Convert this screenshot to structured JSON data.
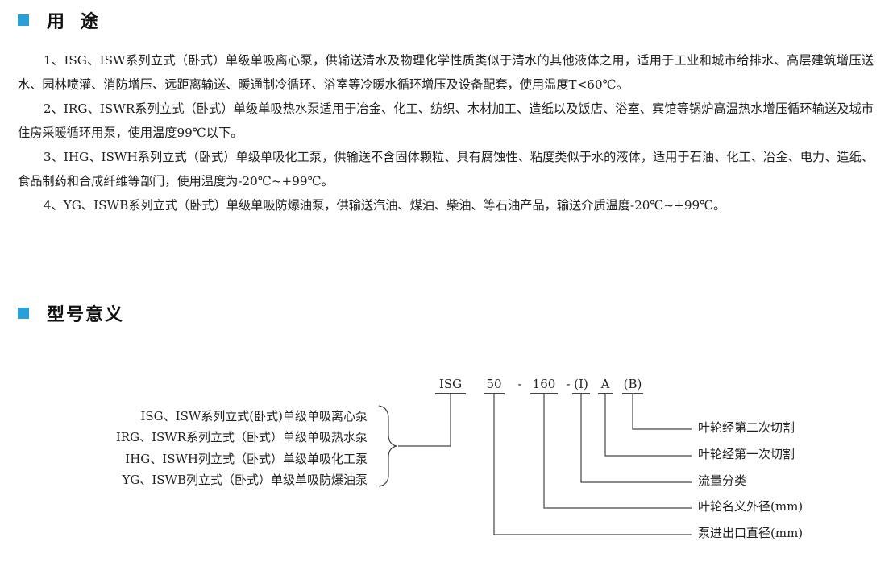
{
  "usage": {
    "title": "用 途",
    "paragraphs": [
      "1、ISG、ISW系列立式（卧式）单级单吸离心泵，供输送清水及物理化学性质类似于清水的其他液体之用，适用于工业和城市给排水、高层建筑增压送水、园林喷灌、消防增压、远距离输送、暖通制冷循环、浴室等冷暖水循环增压及设备配套，使用温度T<60℃。",
      "2、IRG、ISWR系列立式（卧式）单级单吸热水泵适用于冶金、化工、纺织、木材加工、造纸以及饭店、浴室、宾馆等锅炉高温热水增压循环输送及城市住房采暖循环用泵，使用温度99℃以下。",
      "3、IHG、ISWH系列立式（卧式）单级单吸化工泵，供输送不含固体颗粒、具有腐蚀性、粘度类似于水的液体，适用于石油、化工、冶金、电力、造纸、食品制药和合成纤维等部门，使用温度为-20℃~+99℃。",
      "4、YG、ISWB系列立式（卧式）单级单吸防爆油泵，供输送汽油、煤油、柴油、等石油产品，输送介质温度-20℃~+99℃。"
    ]
  },
  "model": {
    "title": "型号意义",
    "code_parts": [
      "ISG",
      "50",
      "-",
      "160",
      "-",
      "(I)",
      "A",
      "(B)"
    ],
    "series_labels": [
      "ISG、ISW系列立式(卧式)单级单吸离心泵",
      "IRG、ISWR系列立式（卧式）单级单吸热水泵",
      "IHG、ISWH列立式（卧式）单级单吸化工泵",
      "YG、ISWB列立式（卧式）单级单吸防爆油泵"
    ],
    "meanings": [
      "叶轮经第二次切割",
      "叶轮经第一次切割",
      "流量分类",
      "叶轮名义外径(mm)",
      "泵进出口直径(mm)"
    ]
  },
  "colors": {
    "accent": "#2a9fd8",
    "text": "#222222"
  }
}
